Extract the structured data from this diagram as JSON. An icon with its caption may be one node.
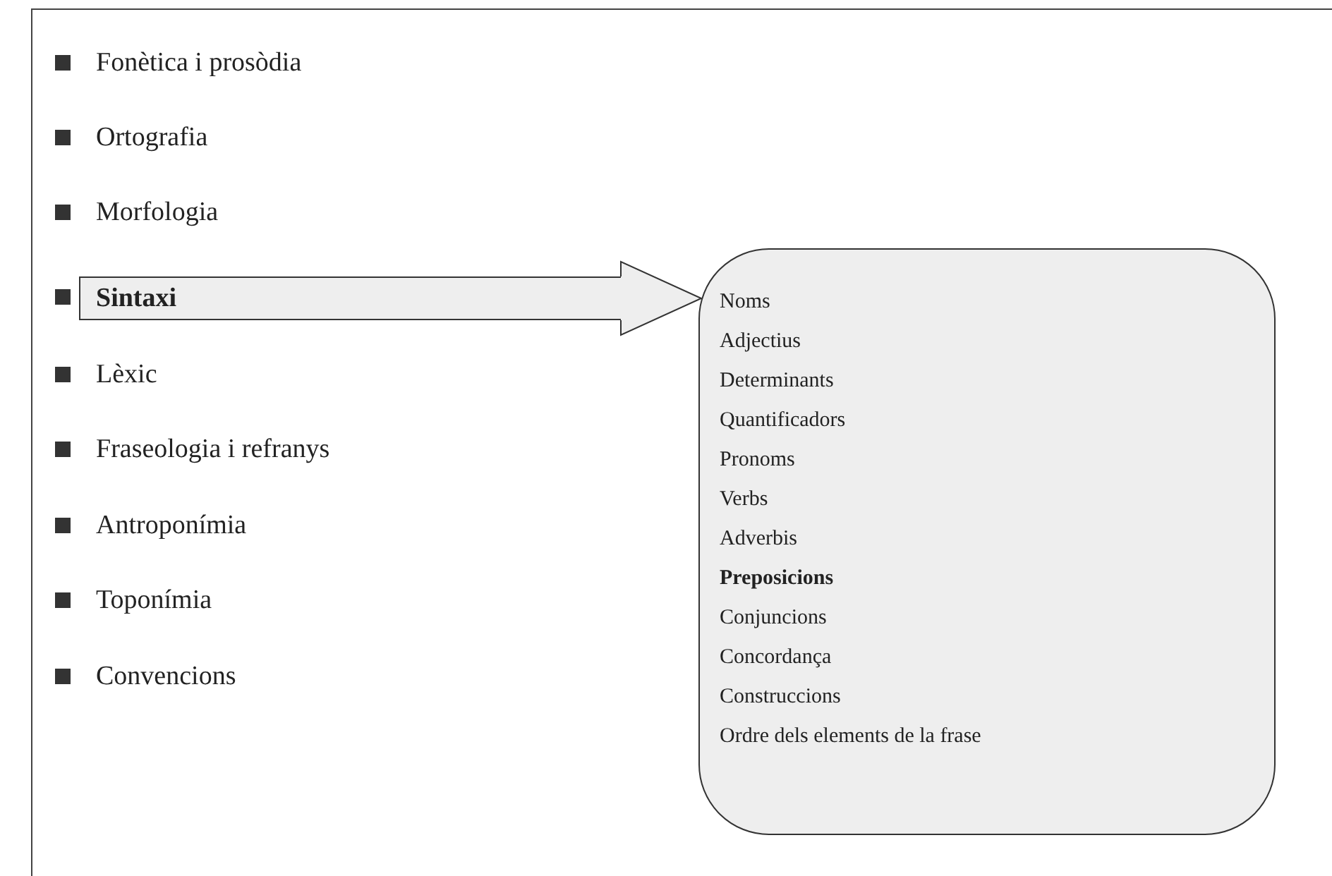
{
  "diagram": {
    "nodes": [
      {
        "text": [
          "Sintaxi"
        ]
      },
      {
        "text": [
          "Noms",
          "Adjectius",
          "Determinants",
          "Quantificadors",
          "Pronoms",
          "Verbs",
          "Adverbis",
          "Preposicions",
          "Conjuncions",
          "Concordança",
          "Construccions",
          "Ordre dels elements de la frase"
        ]
      }
    ],
    "edges": [
      {
        "from": 0,
        "to": 1,
        "arrow": "to"
      }
    ],
    "labels": [
      "Fonètica i prosòdia",
      "Ortografia",
      "Morfologia",
      "Lèxic",
      "Fraseologia i refranys",
      "Antroponímia",
      "Toponímia",
      "Convencions"
    ]
  }
}
